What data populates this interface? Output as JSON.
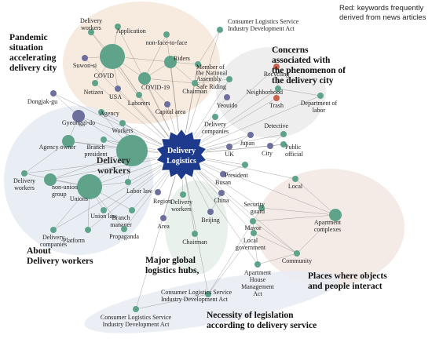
{
  "legend": {
    "line1": "Red: keywords frequently",
    "line2": "derived from news articles"
  },
  "center": {
    "line1": "Delivery",
    "line2": "Logistics"
  },
  "clusters": {
    "pandemic": [
      "Pandemic",
      "situation",
      "accelerating",
      "delivery city"
    ],
    "concerns": [
      "Concerns",
      "associated with",
      "the phenomenon of",
      "the delivery city"
    ],
    "workers": [
      "About",
      "Delivery workers"
    ],
    "hubs": [
      "Major global",
      "logistics hubs,"
    ],
    "places": [
      "Places where objects",
      "and people interact"
    ],
    "legislation": [
      "Necessity of legislation",
      "according to delivery service"
    ]
  },
  "colors": {
    "green": "#5fa48a",
    "purple": "#6d6f9c",
    "red": "#c9624a",
    "center": "#1e3a8c",
    "edge": "#7a7a7a"
  },
  "nodes": [
    {
      "id": "delivery_workers_big",
      "label": "Delivery workers",
      "color": "green",
      "size": "xl"
    },
    {
      "id": "unions",
      "label": "Unions",
      "color": "green",
      "size": "l"
    },
    {
      "id": "covid",
      "label": "COVID",
      "color": "green",
      "size": "l"
    },
    {
      "id": "covid19",
      "label": "COVID-19",
      "color": "green",
      "size": "m"
    },
    {
      "id": "gyeonggi",
      "label": "Gyeonggi-do",
      "color": "purple",
      "size": "m"
    },
    {
      "id": "apartment_complexes",
      "label": "Apartment complexes",
      "color": "green",
      "size": "m"
    },
    {
      "id": "agency_owner",
      "label": "Agency owner",
      "color": "green",
      "size": "m"
    },
    {
      "id": "nonunion",
      "label": "non-union group",
      "color": "green",
      "size": "m"
    },
    {
      "id": "riders",
      "label": "Riders",
      "color": "green",
      "size": "m"
    },
    {
      "id": "application",
      "label": "Application",
      "color": "green",
      "size": "s"
    },
    {
      "id": "dw_top",
      "label": "Delivery workers",
      "color": "green",
      "size": "s"
    },
    {
      "id": "nonface",
      "label": "non-face-to-face",
      "color": "green",
      "size": "s"
    },
    {
      "id": "suwon",
      "label": "Suwon-si",
      "color": "purple",
      "size": "s"
    },
    {
      "id": "netizen",
      "label": "Netizen",
      "color": "green",
      "size": "s"
    },
    {
      "id": "usa",
      "label": "USA",
      "color": "purple",
      "size": "s"
    },
    {
      "id": "laborers",
      "label": "Laborers",
      "color": "green",
      "size": "s"
    },
    {
      "id": "chairman_top",
      "label": "Chairman",
      "color": "green",
      "size": "s"
    },
    {
      "id": "member_na",
      "label": "Member of the National Assembly",
      "color": "green",
      "size": "s"
    },
    {
      "id": "capital",
      "label": "Capital area",
      "color": "purple",
      "size": "s"
    },
    {
      "id": "dongjak",
      "label": "Dongjak-gu",
      "color": "purple",
      "size": "s"
    },
    {
      "id": "agency",
      "label": "Agency",
      "color": "green",
      "size": "s"
    },
    {
      "id": "workers",
      "label": "Workers",
      "color": "green",
      "size": "s"
    },
    {
      "id": "branch_president",
      "label": "Branch president",
      "color": "green",
      "size": "s"
    },
    {
      "id": "dw_left",
      "label": "Delivery workers",
      "color": "green",
      "size": "s"
    },
    {
      "id": "labor_law",
      "label": "Labor law",
      "color": "green",
      "size": "s"
    },
    {
      "id": "union_law",
      "label": "Union law",
      "color": "green",
      "size": "s"
    },
    {
      "id": "branch_manager",
      "label": "Branch manager",
      "color": "green",
      "size": "s"
    },
    {
      "id": "delivery_companies_bl",
      "label": "Delivery companies",
      "color": "green",
      "size": "s"
    },
    {
      "id": "platform",
      "label": "Platform",
      "color": "green",
      "size": "s"
    },
    {
      "id": "propaganda",
      "label": "Propaganda",
      "color": "green",
      "size": "s"
    },
    {
      "id": "region",
      "label": "Region",
      "color": "purple",
      "size": "s"
    },
    {
      "id": "area",
      "label": "Area",
      "color": "purple",
      "size": "s"
    },
    {
      "id": "dw_mid",
      "label": "Delivery workers",
      "color": "green",
      "size": "s"
    },
    {
      "id": "chairman_bottom",
      "label": "Chairman",
      "color": "green",
      "size": "s"
    },
    {
      "id": "beijing",
      "label": "Beijing",
      "color": "purple",
      "size": "s"
    },
    {
      "id": "china",
      "label": "China",
      "color": "purple",
      "size": "s"
    },
    {
      "id": "busan",
      "label": "Busan",
      "color": "purple",
      "size": "s"
    },
    {
      "id": "president",
      "label": "President",
      "color": "green",
      "size": "s"
    },
    {
      "id": "uk",
      "label": "UK",
      "color": "purple",
      "size": "s"
    },
    {
      "id": "japan",
      "label": "Japan",
      "color": "purple",
      "size": "s"
    },
    {
      "id": "city",
      "label": "City",
      "color": "purple",
      "size": "s"
    },
    {
      "id": "detective",
      "label": "Detective",
      "color": "green",
      "size": "s"
    },
    {
      "id": "public_official",
      "label": "Public official",
      "color": "green",
      "size": "s"
    },
    {
      "id": "delivery_companies_mid",
      "label": "Delivery companies",
      "color": "green",
      "size": "s"
    },
    {
      "id": "yeouido",
      "label": "Yeouido",
      "color": "purple",
      "size": "s"
    },
    {
      "id": "safe_riding",
      "label": "Safe Riding",
      "color": "green",
      "size": "s"
    },
    {
      "id": "recycling",
      "label": "Recycling",
      "color": "red",
      "size": "s"
    },
    {
      "id": "neighborhood",
      "label": "Neighborhood",
      "color": "green",
      "size": "s"
    },
    {
      "id": "trash",
      "label": "Trash",
      "color": "red",
      "size": "s"
    },
    {
      "id": "dept_labor",
      "label": "Department of labor",
      "color": "green",
      "size": "s"
    },
    {
      "id": "clsida_top",
      "label": "Consumer Logistics Service Industry Development Act",
      "color": "green",
      "size": "s"
    },
    {
      "id": "clsida_mid",
      "label": "Consumer Logistics Service Industry Development Act",
      "color": "green",
      "size": "s"
    },
    {
      "id": "clsida_bottom",
      "label": "Consumer Logistics Service Industry Development Act",
      "color": "green",
      "size": "s"
    },
    {
      "id": "local",
      "label": "Local",
      "color": "green",
      "size": "s"
    },
    {
      "id": "security_guard",
      "label": "Security guard",
      "color": "green",
      "size": "s"
    },
    {
      "id": "mayor",
      "label": "Mayor",
      "color": "green",
      "size": "s"
    },
    {
      "id": "local_government",
      "label": "Local government",
      "color": "green",
      "size": "s"
    },
    {
      "id": "community",
      "label": "Community",
      "color": "green",
      "size": "s"
    },
    {
      "id": "apt_house_mgmt",
      "label": "Apartment House Management Act",
      "color": "green",
      "size": "s"
    }
  ]
}
